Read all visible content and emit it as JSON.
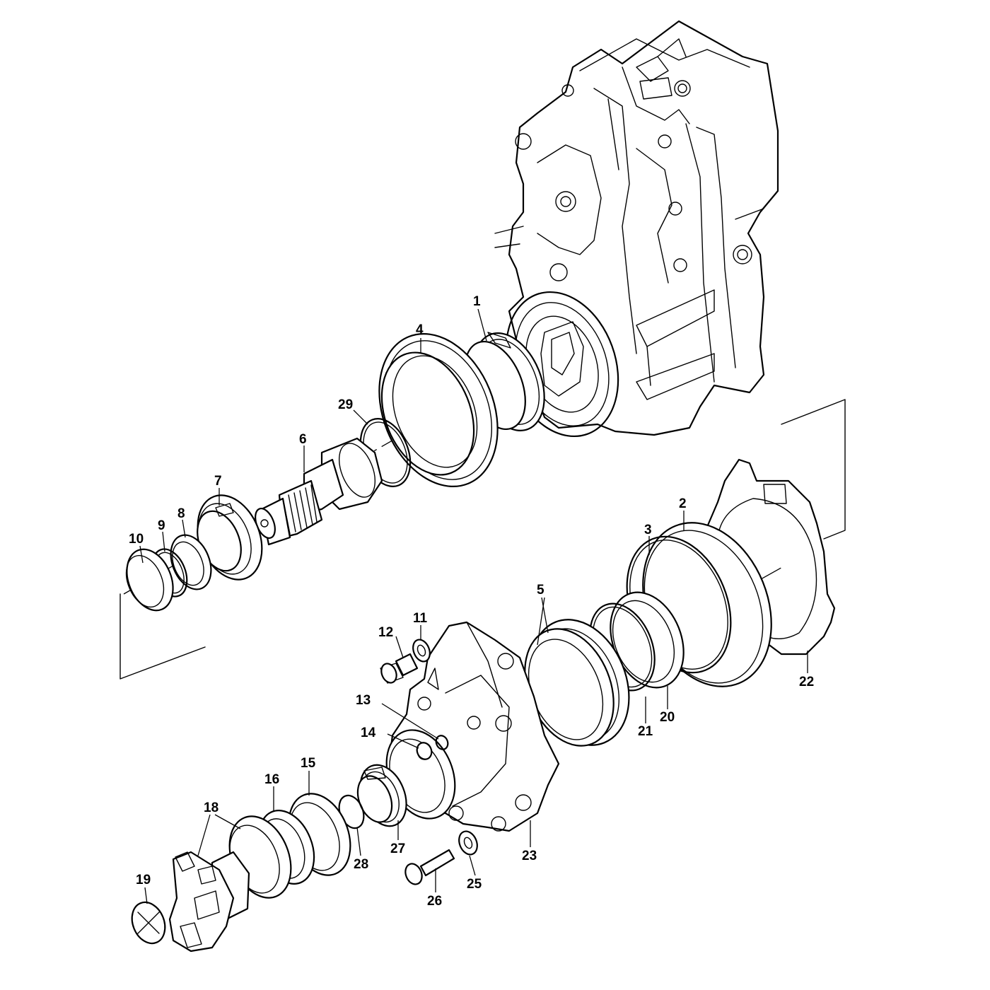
{
  "labels": {
    "p1": "1",
    "p2": "2",
    "p3": "3",
    "p4": "4",
    "p5": "5",
    "p6": "6",
    "p7": "7",
    "p8": "8",
    "p9": "9",
    "p10": "10",
    "p11": "11",
    "p12": "12",
    "p13": "13",
    "p14": "14",
    "p15": "15",
    "p16": "16",
    "p18": "18",
    "p19": "19",
    "p20": "20",
    "p21": "21",
    "p22": "22",
    "p23": "23",
    "p25": "25",
    "p26": "26",
    "p27": "27",
    "p28": "28",
    "p29": "29"
  },
  "colors": {
    "ink": "#000000",
    "paper": "#ffffff"
  }
}
